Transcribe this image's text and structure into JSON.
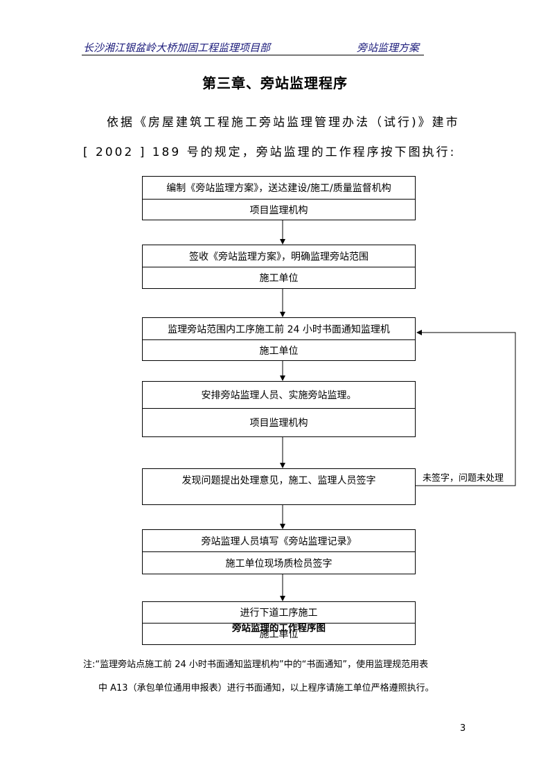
{
  "header": {
    "project": "长沙湘江银盆岭大桥加固工程监理项目部",
    "doc": "旁站监理方案"
  },
  "chapter_title": "第三章、旁站监理程序",
  "intro": {
    "line1": "依据《房屋建筑工程施工旁站监理管理办法（试行)》建市",
    "line2": "[ 2002 ] 189 号的规定，旁站监理的工作程序按下图执行:"
  },
  "flow": {
    "steps": [
      {
        "action": "编制《旁站监理方案》，送达建设/施工/质量监督机构",
        "actor": "项目监理机构"
      },
      {
        "action": "签收《旁站监理方案》，明确监理旁站范围",
        "actor": "施工单位"
      },
      {
        "action": "监理旁站范围内工序施工前 24 小时书面通知监理机",
        "actor": "施工单位"
      },
      {
        "action": "安排旁站监理人员、实施旁站监理。",
        "actor": "项目监理机构"
      },
      {
        "action": "发现问题提出处理意见，施工、监理人员签字",
        "actor": ""
      },
      {
        "action": "旁站监理人员填写《旁站监理记录》",
        "actor": "施工单位现场质检员签字"
      },
      {
        "action": "进行下道工序施工",
        "actor": "施工单位"
      }
    ],
    "loop_label": "未签字，问题未处理",
    "caption": "旁站监理的工作程序图"
  },
  "note": {
    "line1": "注:“监理旁站点施工前 24 小时书面通知监理机构”中的“书面通知”，使用监理规范用表",
    "line2": "中 A13（承包单位通用申报表）进行书面通知，以上程序请施工单位严格遵照执行。"
  },
  "page_number": "3"
}
